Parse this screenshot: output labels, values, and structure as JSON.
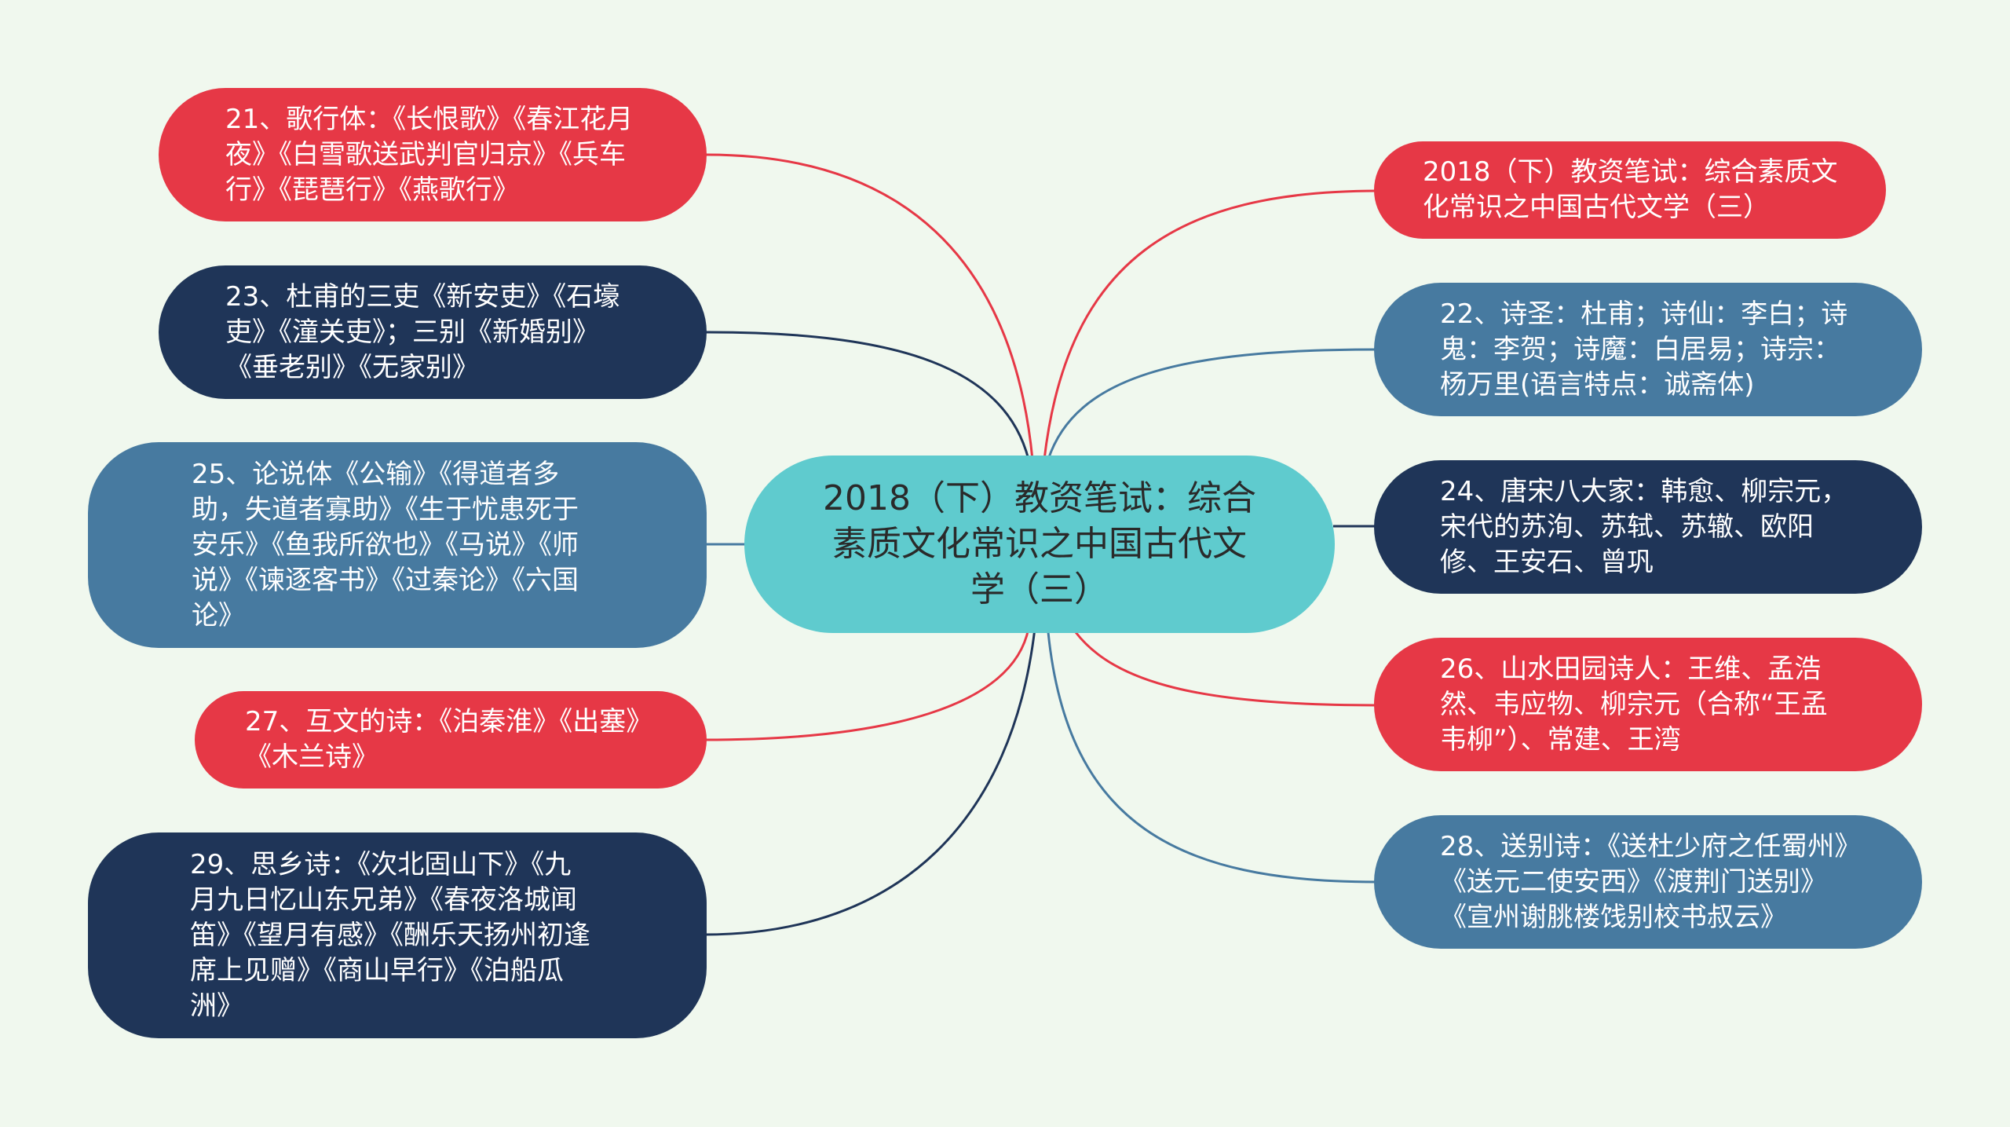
{
  "center": {
    "label": "2018（下）教资笔试：综合素质文化常识之中国古代文学（三）",
    "color": "#5fcbce"
  },
  "colors": {
    "red": "#e63846",
    "navy": "#1f3558",
    "steel": "#477aa0",
    "background": "#f0f8ee"
  },
  "left_nodes": [
    {
      "id": "n21",
      "label": "21、歌行体：《长恨歌》《春江花月夜》《白雪歌送武判官归京》《兵车行》《琵琶行》《燕歌行》",
      "color": "red"
    },
    {
      "id": "n23",
      "label": "23、杜甫的三吏《新安吏》《石壕吏》《潼关吏》；三别《新婚别》《垂老别》《无家别》",
      "color": "navy"
    },
    {
      "id": "n25",
      "label": "25、论说体《公输》《得道者多助，失道者寡助》《生于忧患死于安乐》《鱼我所欲也》《马说》《师说》《谏逐客书》《过秦论》《六国论》",
      "color": "steel"
    },
    {
      "id": "n27",
      "label": "27、互文的诗：《泊秦淮》《出塞》《木兰诗》",
      "color": "red"
    },
    {
      "id": "n29",
      "label": "29、思乡诗：《次北固山下》《九月九日忆山东兄弟》《春夜洛城闻笛》《望月有感》《酬乐天扬州初逢席上见赠》《商山早行》《泊船瓜洲》",
      "color": "navy"
    }
  ],
  "right_nodes": [
    {
      "id": "nTitle",
      "label": "2018（下）教资笔试：综合素质文化常识之中国古代文学（三）",
      "color": "red"
    },
    {
      "id": "n22",
      "label": "22、诗圣：杜甫；诗仙：李白；诗鬼：李贺；诗魔：白居易；诗宗：杨万里(语言特点：诚斋体)",
      "color": "steel"
    },
    {
      "id": "n24",
      "label": "24、唐宋八大家：韩愈、柳宗元，宋代的苏洵、苏轼、苏辙、欧阳修、王安石、曾巩",
      "color": "navy"
    },
    {
      "id": "n26",
      "label": "26、山水田园诗人：王维、孟浩然、韦应物、柳宗元（合称“王孟韦柳”）、常建、王湾",
      "color": "red"
    },
    {
      "id": "n28",
      "label": "28、送别诗：《送杜少府之任蜀州》《送元二使安西》《渡荆门送别》《宣州谢朓楼饯别校书叔云》",
      "color": "steel"
    }
  ]
}
